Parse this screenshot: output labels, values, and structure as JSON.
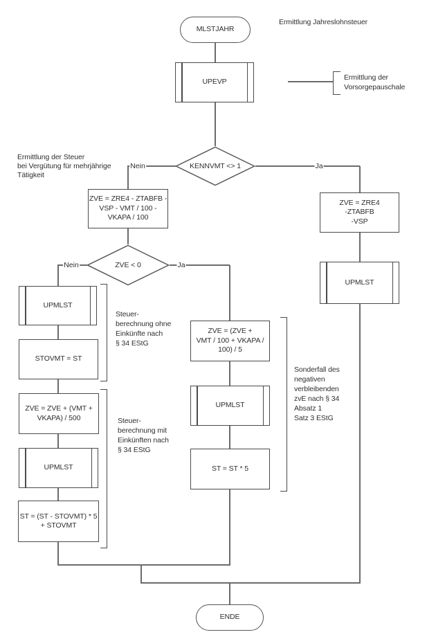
{
  "diagram_title": "Ermittlung Jahreslohnsteuer",
  "colors": {
    "background": "#ffffff",
    "line": "#6b6b6b",
    "node_border": "#4a4a4a",
    "text": "#2f2f2f"
  },
  "nodes": {
    "start": "MLSTJAHR",
    "upevp": "UPEVP",
    "decision1": "KENNVMT <> 1",
    "zve_long": "ZVE = ZRE4 - ZTABFB -\nVSP - VMT / 100 -\nVKAPA / 100",
    "zve_short": "ZVE = ZRE4\n-ZTABFB\n-VSP",
    "upmlst_right": "UPMLST",
    "decision2": "ZVE < 0",
    "upmlst_left1": "UPMLST",
    "stovmt": "STOVMT = ST",
    "zve_500": "ZVE = ZVE + (VMT +\nVKAPA) / 500",
    "upmlst_left2": "UPMLST",
    "st_stovmt": "ST = (ST - STOVMT) * 5\n+ STOVMT",
    "zve_5": "ZVE = (ZVE +\nVMT / 100 + VKAPA /\n100) / 5",
    "upmlst_mid": "UPMLST",
    "st_5": "ST = ST * 5",
    "ende": "ENDE"
  },
  "edge_labels": {
    "nein1": "Nein",
    "ja1": "Ja",
    "nein2": "Nein",
    "ja2": "Ja"
  },
  "annotations": {
    "jahreslohnsteuer": "Ermittlung Jahreslohnsteuer",
    "vorsorgepauschale": "Ermittlung der\nVorsorgepauschale",
    "mehrjaehrige": "Ermittlung der Steuer\nbei Vergütung für mehrjährige\nTätigkeit",
    "ohne34": "Steuer-\nberechnung ohne\nEinkünfte nach\n§ 34 EStG",
    "mit34": "Steuer-\nberechnung mit\nEinkünften nach\n§ 34 EStG",
    "sonderfall": "Sonderfall des\nnegativen\nverbleibenden\nzvE nach § 34\nAbsatz 1\nSatz 3 EStG"
  }
}
